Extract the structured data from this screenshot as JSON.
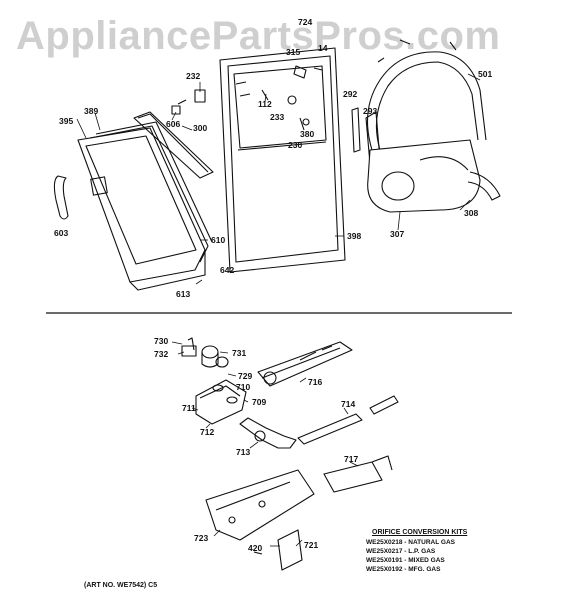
{
  "watermark": "AppliancePartsPros.com",
  "callouts": {
    "p724": "724",
    "p315": "315",
    "p14": "14",
    "p501": "501",
    "p232": "232",
    "p395": "395",
    "p389": "389",
    "p606": "606",
    "p300": "300",
    "p112": "112",
    "p292": "292",
    "p293": "293",
    "p233": "233",
    "p380": "380",
    "p230": "230",
    "p603": "603",
    "p307": "307",
    "p308": "308",
    "p398": "398",
    "p610": "610",
    "p642": "642",
    "p613": "613",
    "p730": "730",
    "p732": "732",
    "p731": "731",
    "p729": "729",
    "p710": "710",
    "p716": "716",
    "p709": "709",
    "p711": "711",
    "p712": "712",
    "p714": "714",
    "p713": "713",
    "p717": "717",
    "p723": "723",
    "p420": "420",
    "p721": "721"
  },
  "kits": {
    "title": "ORIFICE CONVERSION KITS",
    "rows": [
      "WE25X0218 - NATURAL GAS",
      "WE25X0217 - L.P. GAS",
      "WE25X0191 - MIXED GAS",
      "WE25X0192 - MFG. GAS"
    ]
  },
  "art_no": "(ART NO. WE7542) C5"
}
